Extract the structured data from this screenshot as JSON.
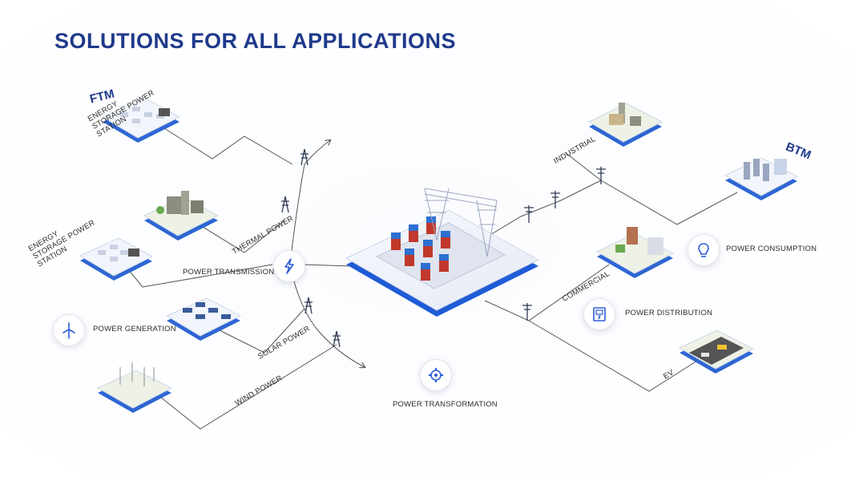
{
  "title": "SOLUTIONS FOR ALL APPLICATIONS",
  "colors": {
    "title": "#1f3a8a",
    "accent": "#2f5bd8",
    "line": "#4a4a4a",
    "platform": "#e8ecf5"
  },
  "tags": {
    "ftm": "FTM",
    "btm": "BTM"
  },
  "nodes": {
    "ftm_storage": "ENERGY STORAGE POWER STATION",
    "storage": "ENERGY STORAGE POWER STATION",
    "thermal": "THERMAL POWER",
    "solar": "SOLAR POWER",
    "wind": "WIND POWER",
    "industrial": "INDUSTRIAL",
    "commercial": "COMMERCIAL",
    "ev": "EV"
  },
  "stages": {
    "generation": "POWER GENERATION",
    "transmission": "POWER TRANSMISSION",
    "transformation": "POWER TRANSFORMATION",
    "distribution": "POWER DISTRIBUTION",
    "consumption": "POWER CONSUMPTION"
  },
  "icons": {
    "generation": "wind-turbine-icon",
    "transmission": "lightning-icon",
    "transformation": "gear-icon",
    "distribution": "meter-icon",
    "consumption": "lightbulb-icon"
  }
}
